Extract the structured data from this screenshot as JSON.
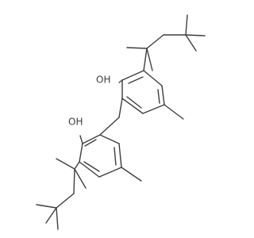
{
  "molecule": {
    "atom_labels": [
      {
        "id": "oh_upper",
        "text": "OH"
      },
      {
        "id": "oh_lower",
        "text": "OH"
      }
    ],
    "colors": {
      "bond": "#3d3d3d",
      "label": "#3d3d3d",
      "background": "#ffffff"
    }
  }
}
